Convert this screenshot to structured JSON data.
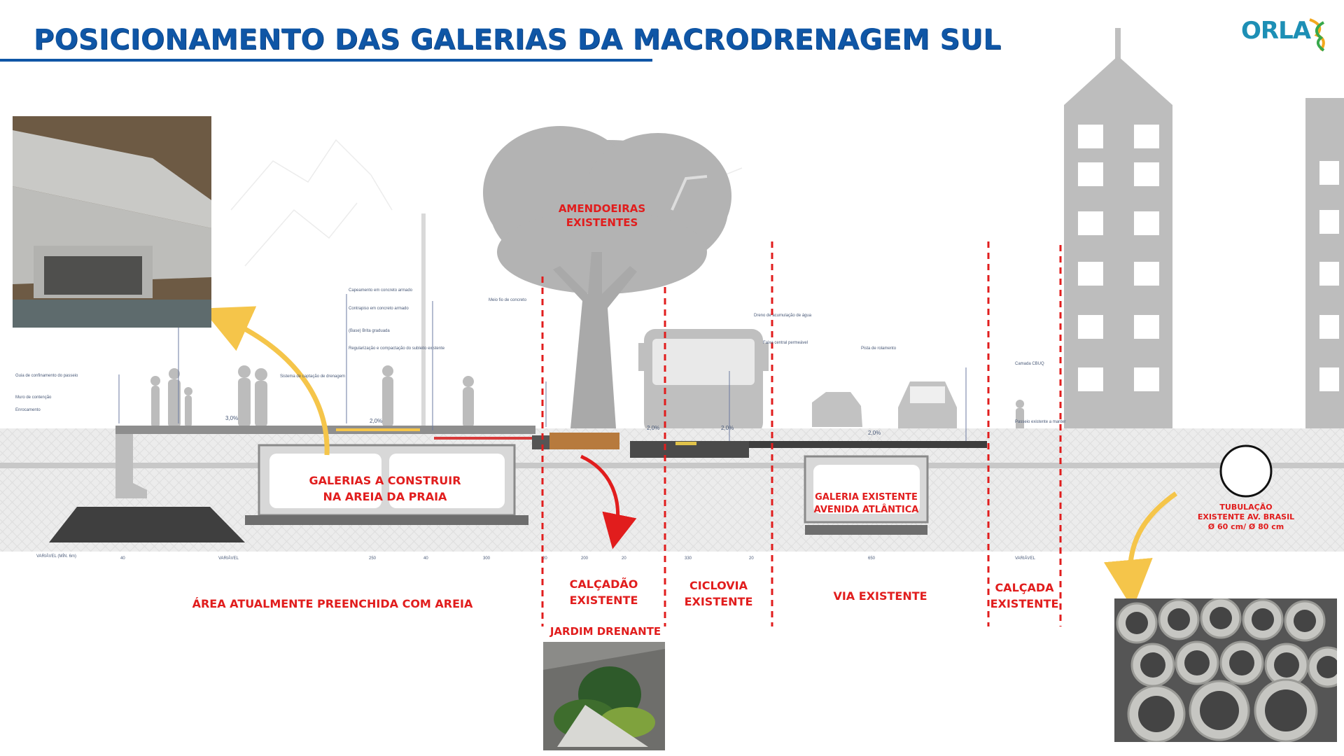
{
  "title": "POSICIONAMENTO DAS GALERIAS DA MACRODRENAGEM SUL",
  "logo": {
    "text": "ORLA",
    "icon": "orla-rio-logo-icon"
  },
  "labels": {
    "amendoeiras_l1": "AMENDOEIRAS",
    "amendoeiras_l2": "EXISTENTES",
    "galerias_l1": "GALERIAS A CONSTRUIR",
    "galerias_l2": "NA AREIA DA PRAIA",
    "galeria_exist_l1": "GALERIA EXISTENTE",
    "galeria_exist_l2": "AVENIDA ATLÂNTICA",
    "tubulacao_l1": "TUBULAÇÃO",
    "tubulacao_l2": "EXISTENTE AV. BRASIL",
    "tubulacao_l3": "Ø 60 cm/ Ø 80 cm",
    "area_areia": "ÁREA ATUALMENTE PREENCHIDA COM AREIA",
    "calcadao_l1": "CALÇADÃO",
    "calcadao_l2": "EXISTENTE",
    "ciclovia_l1": "CICLOVIA",
    "ciclovia_l2": "EXISTENTE",
    "via": "VIA  EXISTENTE",
    "calcada_l1": "CALÇADA",
    "calcada_l2": "EXISTENTE",
    "jardim": "JARDIM DRENANTE"
  },
  "slopes": [
    "3,0%",
    "2,0%",
    "2,0%",
    "2,0%",
    "2,0%"
  ],
  "dimensions": [
    "VARIÁVEL (MÍN. 6m)",
    "40",
    "VARIÁVEL",
    "250",
    "40",
    "300",
    "20",
    "200",
    "20",
    "330",
    "20",
    "650",
    "VARIÁVEL"
  ],
  "annotations": [
    "Guia de confinamento do passeio",
    "Muro de contenção",
    "Enrocamento",
    "Sistema de captação de drenagem",
    "Capeamento em concreto armado",
    "Contrapiso em concreto armado",
    "(Base) Brita graduada",
    "Regularização e compactação do subleito existente",
    "Meio fio de concreto",
    "Dreno de acumulação de água",
    "Faixa central permeável",
    "Pista de rolamento",
    "Camada CBUQ",
    "Passeio existente a manter"
  ],
  "colors": {
    "title": "#0f56a6",
    "red": "#e11d1d",
    "yellow": "#f5c54a",
    "gray": "#bdbdbd"
  }
}
